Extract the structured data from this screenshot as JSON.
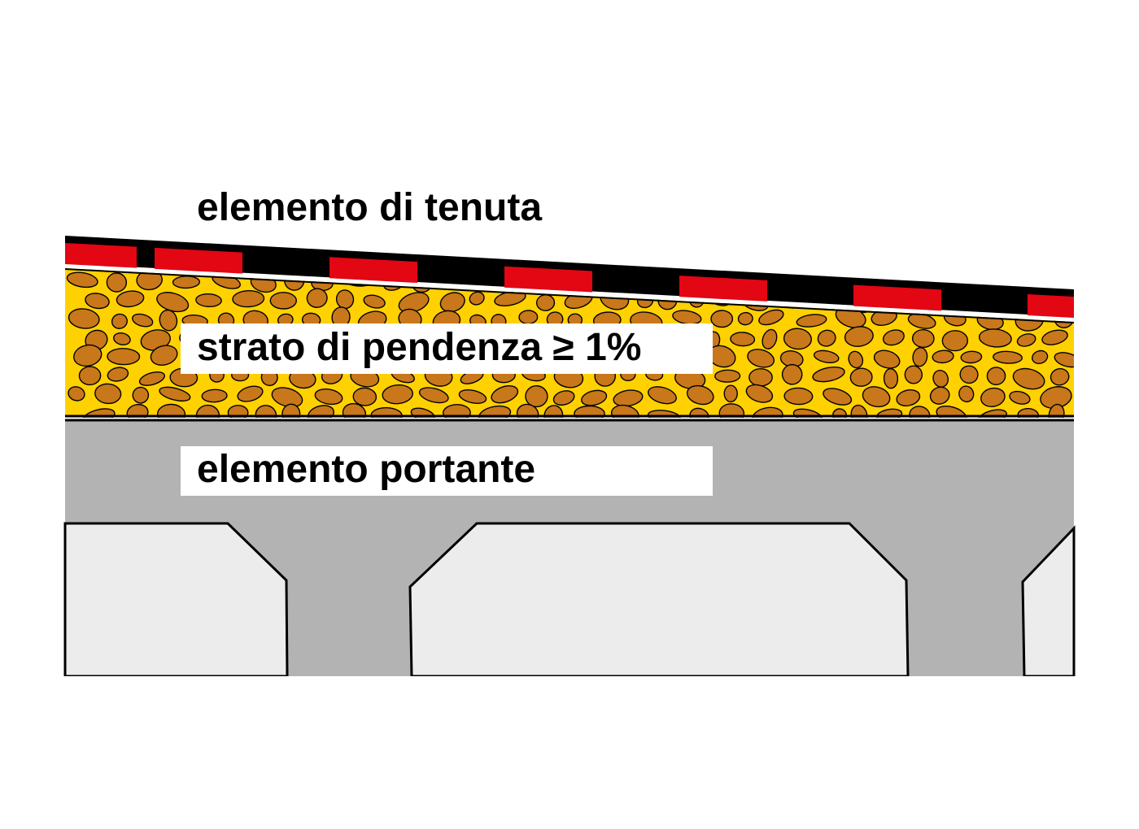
{
  "labels": {
    "waterproofing": "elemento di tenuta",
    "slope_layer": "strato di pendenza ≥ 1%",
    "structure": "elemento portante"
  },
  "colors": {
    "membrane_black": "#000000",
    "membrane_red": "#e30613",
    "screed_yellow": "#ffd100",
    "aggregate_brown": "#c8771b",
    "slab_gray": "#b3b3b3",
    "void_light": "#ececec",
    "label_background": "#ffffff"
  }
}
